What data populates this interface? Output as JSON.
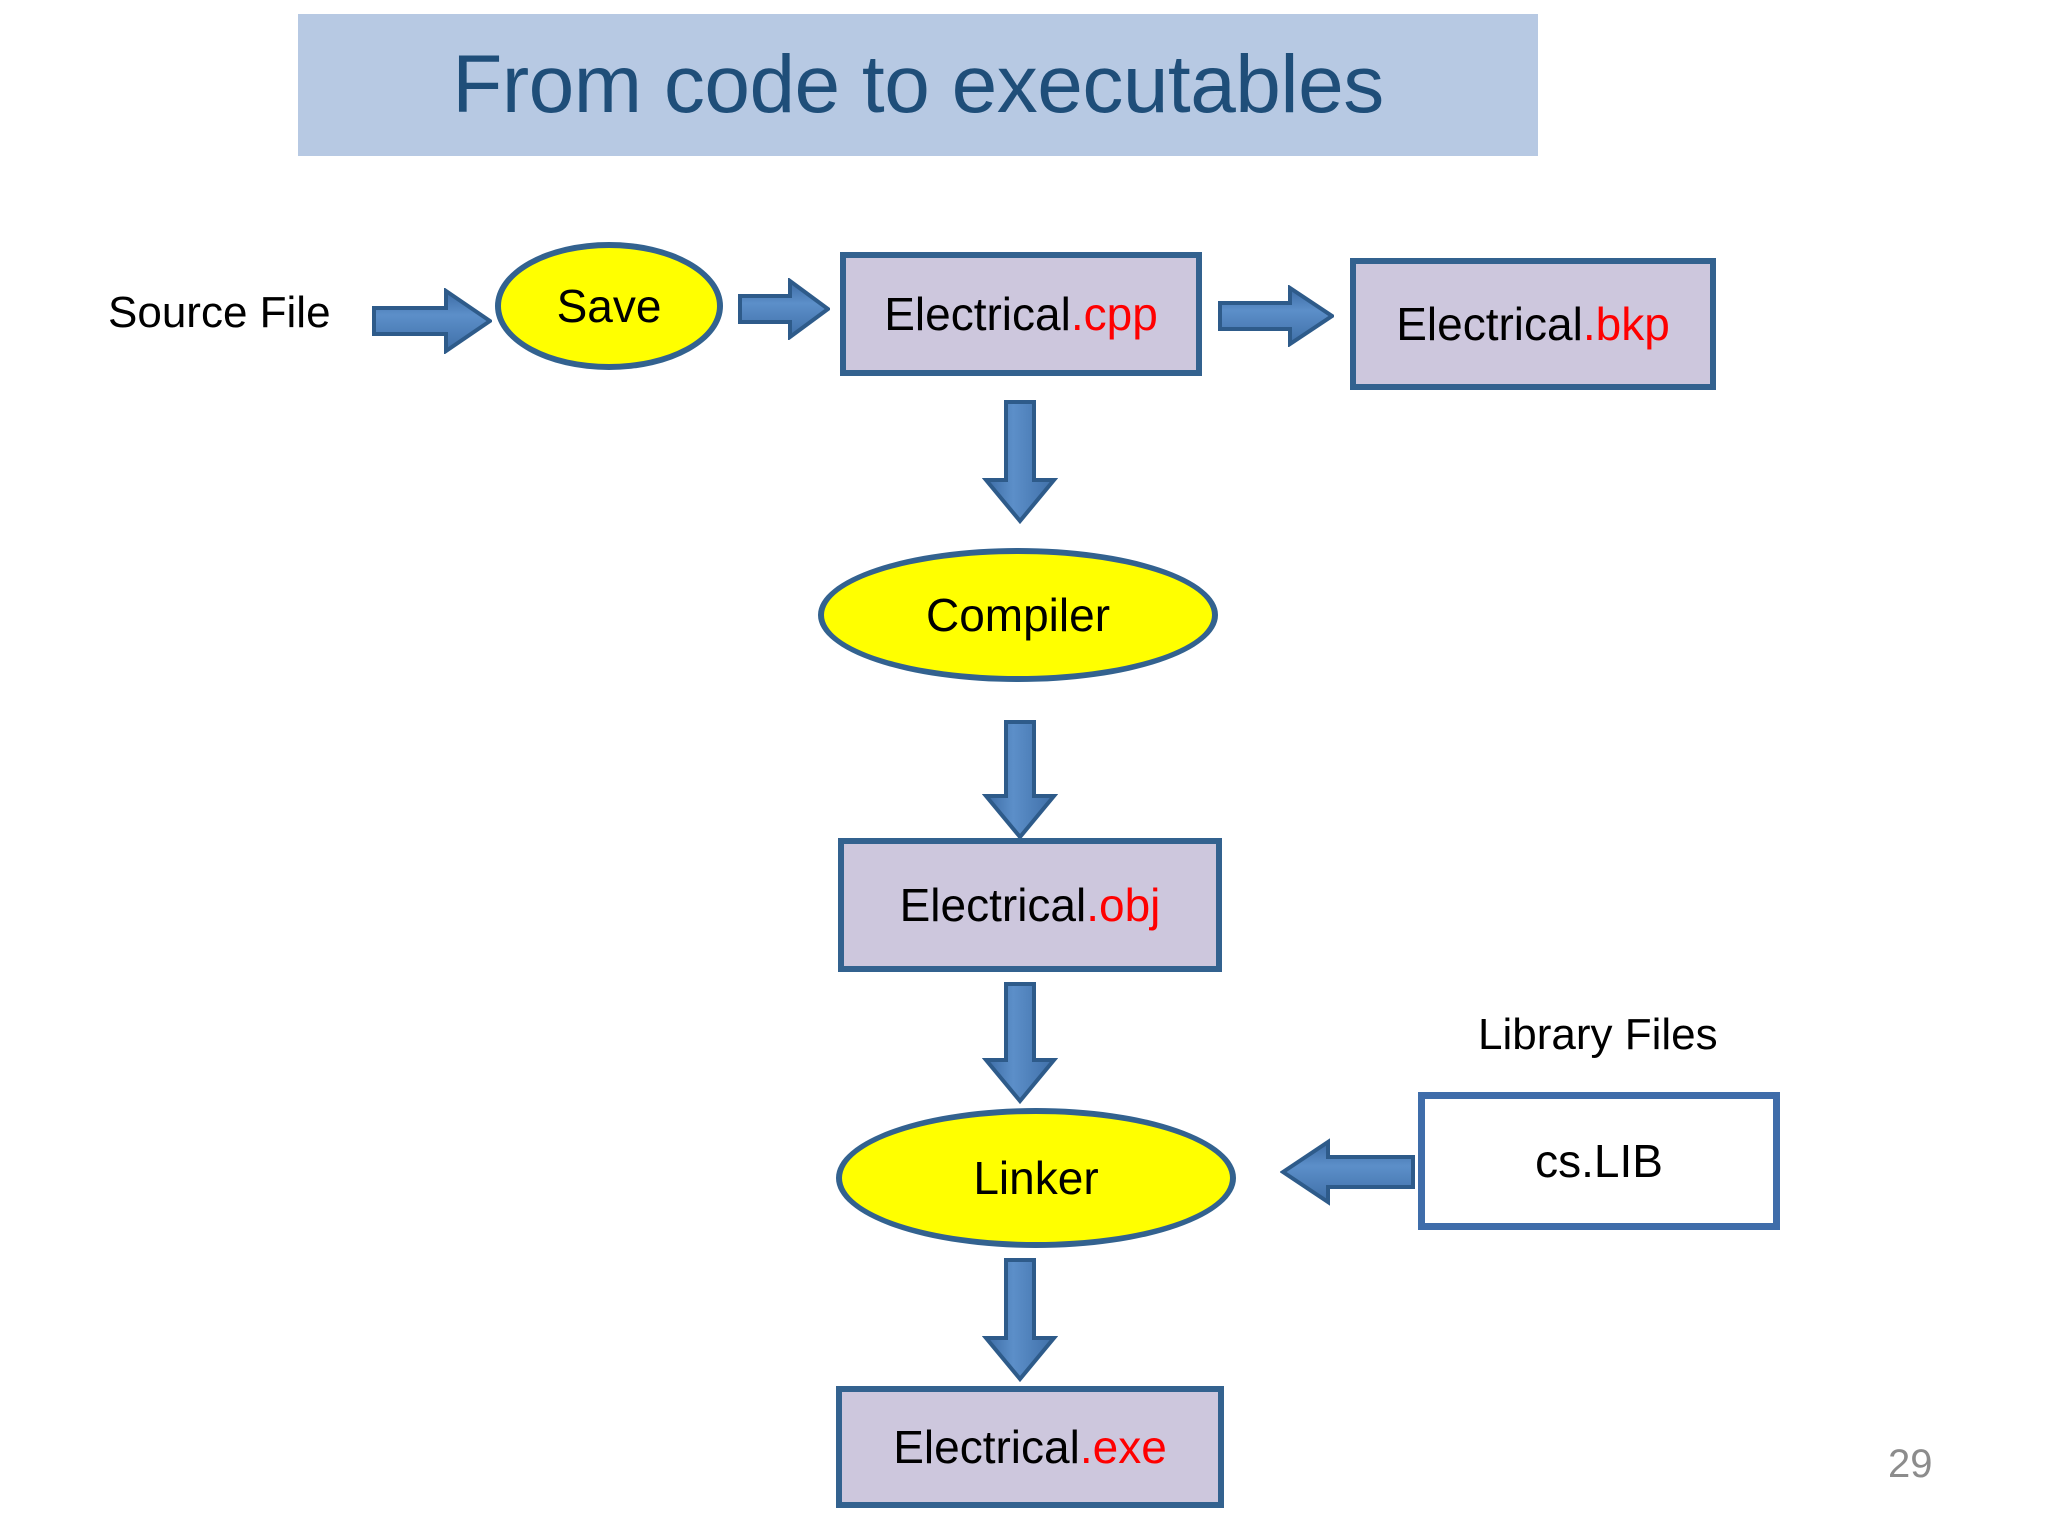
{
  "slide": {
    "title": "From code to executables",
    "page_number": "29",
    "colors": {
      "title_banner_bg": "#b7c9e3",
      "title_text": "#1f4e79",
      "process_fill": "#ffff00",
      "process_border": "#33628f",
      "file_fill": "#cdc7dd",
      "file_border": "#33628f",
      "lib_fill": "#ffffff",
      "lib_border": "#3f6daa",
      "arrow_fill": "#4a7ebb",
      "arrow_border": "#2e5b8a",
      "extension_text": "#ff0000",
      "page_number_text": "#8c8c8c"
    }
  },
  "flowchart": {
    "source_label": "Source File",
    "library_label": "Library Files",
    "nodes": [
      {
        "id": "save",
        "kind": "process",
        "label": "Save"
      },
      {
        "id": "electrical_cpp",
        "kind": "file",
        "name": "Electrical",
        "ext": ".cpp"
      },
      {
        "id": "electrical_bkp",
        "kind": "file",
        "name": "Electrical",
        "ext": ".bkp"
      },
      {
        "id": "compiler",
        "kind": "process",
        "label": "Compiler"
      },
      {
        "id": "electrical_obj",
        "kind": "file",
        "name": "Electrical",
        "ext": ".obj"
      },
      {
        "id": "linker",
        "kind": "process",
        "label": "Linker"
      },
      {
        "id": "cs_lib",
        "kind": "library",
        "label": "cs.LIB"
      },
      {
        "id": "electrical_exe",
        "kind": "file",
        "name": "Electrical",
        "ext": ".exe"
      }
    ],
    "edges": [
      {
        "from": "source_label",
        "to": "save",
        "direction": "right"
      },
      {
        "from": "save",
        "to": "electrical_cpp",
        "direction": "right"
      },
      {
        "from": "electrical_cpp",
        "to": "electrical_bkp",
        "direction": "right"
      },
      {
        "from": "electrical_cpp",
        "to": "compiler",
        "direction": "down"
      },
      {
        "from": "compiler",
        "to": "electrical_obj",
        "direction": "down"
      },
      {
        "from": "electrical_obj",
        "to": "linker",
        "direction": "down"
      },
      {
        "from": "cs_lib",
        "to": "linker",
        "direction": "left"
      },
      {
        "from": "linker",
        "to": "electrical_exe",
        "direction": "down"
      }
    ]
  }
}
